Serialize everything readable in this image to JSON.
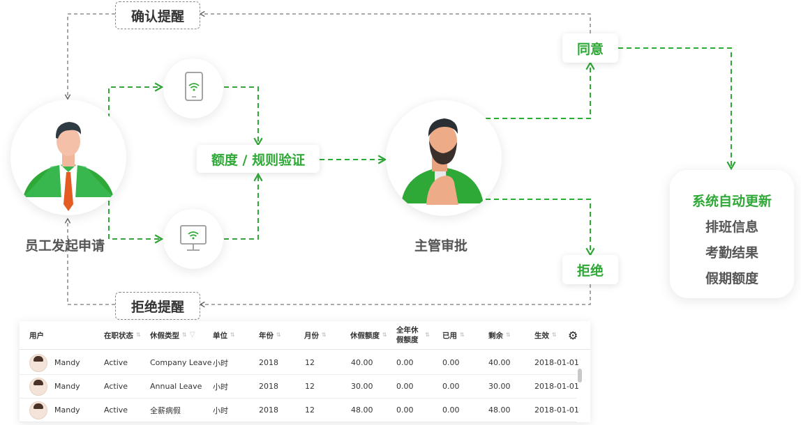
{
  "flow": {
    "confirm_reminder": "确认提醒",
    "reject_reminder": "拒绝提醒",
    "employee_label": "员工发起申请",
    "validation": "额度 / 规则验证",
    "manager_label": "主管审批",
    "agree": "同意",
    "reject": "拒绝",
    "results": [
      "系统自动更新",
      "排班信息",
      "考勤结果",
      "假期额度"
    ],
    "colors": {
      "accent": "#2ea836",
      "dashed_gray": "#777777"
    },
    "icons": [
      "employee-avatar-icon",
      "mobile-phone-icon",
      "desktop-monitor-icon",
      "manager-avatar-icon"
    ]
  },
  "table": {
    "headers": [
      "用户",
      "在职状态",
      "休假类型",
      "单位",
      "年份",
      "月份",
      "休假额度",
      "全年休假额度",
      "已用",
      "剩余",
      "生效"
    ],
    "rows": [
      [
        "Mandy",
        "Active",
        "Company Leave",
        "小时",
        "2018",
        "12",
        "40.00",
        "0.00",
        "0.00",
        "40.00",
        "2018-01-01"
      ],
      [
        "Mandy",
        "Active",
        "Annual Leave",
        "小时",
        "2018",
        "12",
        "30.00",
        "0.00",
        "0.00",
        "30.00",
        "2018-01-01"
      ],
      [
        "Mandy",
        "Active",
        "全薪病假",
        "小时",
        "2018",
        "12",
        "48.00",
        "0.00",
        "0.00",
        "48.00",
        "2018-01-01"
      ]
    ],
    "settings_icon": "gear-icon"
  }
}
